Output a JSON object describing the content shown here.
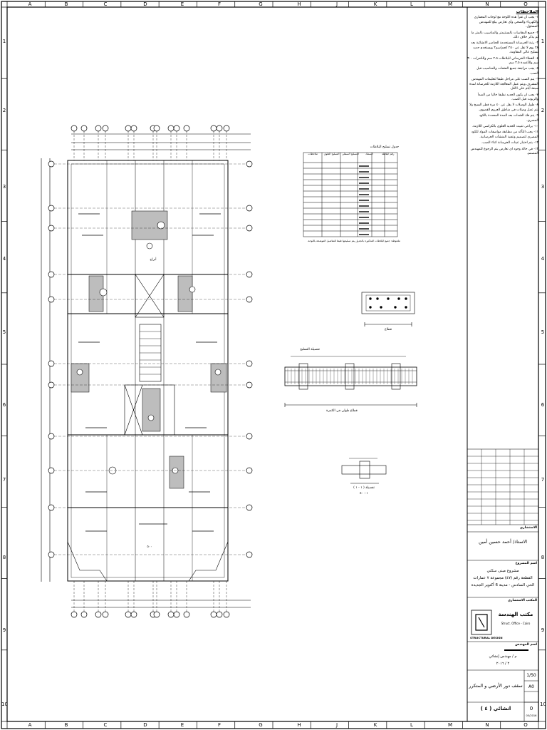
{
  "grid": {
    "letters": [
      "A",
      "B",
      "C",
      "D",
      "E",
      "F",
      "G",
      "H",
      "J",
      "K",
      "L",
      "M",
      "N",
      "O"
    ],
    "numbers": [
      "1",
      "2",
      "3",
      "4",
      "5",
      "6",
      "7",
      "8",
      "9",
      "10"
    ]
  },
  "notes": {
    "title": "الملاحظات",
    "paragraphs": [
      "١- يجب ان تقرأ هذه اللوحة مع لوحات المعماري والكهرباء والصحي وأي تعارض يبلغ للمهندس المسئول.",
      "٢- جميع المقاسات بالسنتيمتر والمناسيب بالمتر ما لم يذكر خلاف ذلك.",
      "٣- رتبة الخرسانة المستخدمة للعناصر الانشائية بعد ٢٨ يوم لا تقل عن ٢٥٠ كجم/سم٢ ويستخدم حديد تسليح عالي المقاومة.",
      "٤- الغطاء الخرساني للبلاطات ٢.٥ سم وللكمرات ٣.٠ سم وللأعمدة ٣.٥ سم.",
      "٥- يجب مراجعة جميع الفتحات والمناسيب قبل الصب.",
      "٦- يتم الصب على مراحل طبقا لتعليمات المهندس المشرف ويتم عمل المعالجة اللازمة للخرسانة لمدة سبعة أيام على الأقل.",
      "٧- يجب ان يكون الحديد نظيفا خاليا من الصدأ والزيوت قبل الصب.",
      "٨- طول الوصلات لا يقل عن ٤٠ مرة قطر السيخ ولا يتم عمل وصلات في مناطق العزوم القصوى.",
      "٩- يتم فك الشدات بعد المدة المحددة بالكود المصري.",
      "١٠- يراعى تثبيت الحديد العلوي بالكراسي اللازمة.",
      "١١- يجب التأكد من مطابقة مواصفات المواد للكود المصري لتصميم وتنفيذ المنشآت الخرسانية.",
      "١٢- يتم اختبار عينات الخرسانة اثناء الصب.",
      "١٣- في حالة وجود اي تعارض يتم الرجوع للمهندس المصمم."
    ]
  },
  "schedule": {
    "title": "جدول تسليح البلاطات",
    "headers": [
      "رقم البلاطة",
      "السمك",
      "التسليح السفلي",
      "التسليح العلوي",
      "ملاحظات"
    ],
    "note": "ملحوظة: جميع البلاطات المذكورة بالجدول يتم تسليحها طبقا للتفاصيل الموضحة باللوحة."
  },
  "details": {
    "beam_section_label": "قطاع",
    "long_section_label": "قطاع طولي في الكمرة",
    "long_section_note": "تفصيلة التسليح",
    "small_detail_label": "تفصيلة ( ١ - ١ )",
    "small_detail_sub": "١ : ٥٠"
  },
  "title_block": {
    "consultant_label": "الاستشاري",
    "consultant_name": "الاستاذ/ أحمد حسين أمين",
    "project_label": "اسم المشروع",
    "project_line1": "مشروع مبنى سكني",
    "project_line2": "القطعة رقم (٤٧) مجموعة ٧ عمارات",
    "project_line3": "الحي السادس - مدينة 6 أكتوبر الجديدة",
    "office_label": "المكتب الاستشاري",
    "office_name": "مكتب الهندسة",
    "office_address": "Struct. Office - Cairo",
    "office_tag": "STRUCTURAL DESIGN",
    "engineer_label": "اسم المهندس",
    "engineer_name": "م / مهندس إنشائي",
    "date_value": "٢ / ٢٠١٦",
    "drawing_title": "سقف دور الأرضي و المتكرر",
    "drawing_no": "انشائي ( ٤ )",
    "scale": "1/50",
    "size": "A0",
    "rev": "0",
    "sheet_no": "05/2016"
  },
  "plan": {
    "room_label": "أبراج",
    "dim_label": "٥٠٠"
  }
}
